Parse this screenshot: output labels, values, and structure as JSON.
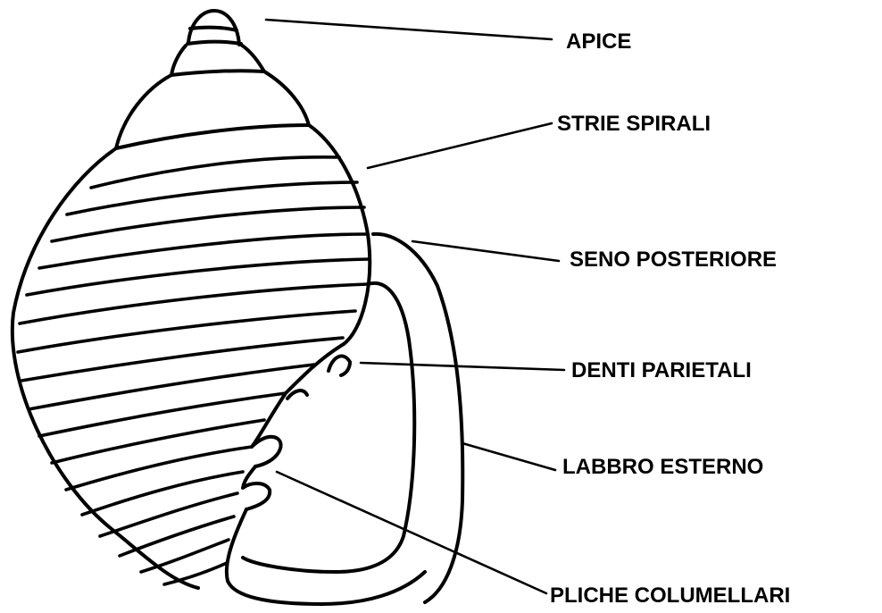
{
  "labels": {
    "apice": "APICE",
    "strie_spirali": "STRIE SPIRALI",
    "seno_posteriore": "SENO POSTERIORE",
    "denti_parietali": "DENTI PARIETALI",
    "labbro_esterno": "LABBRO ESTERNO",
    "pliche_columellari": "PLICHE COLUMELLARI"
  },
  "colors": {
    "line": "#000000",
    "background": "#ffffff"
  }
}
